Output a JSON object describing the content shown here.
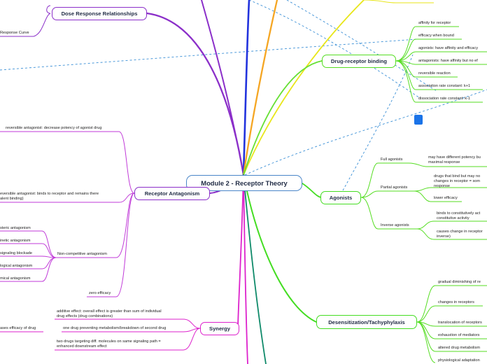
{
  "root": "Module 2 - Receptor Theory",
  "topics": {
    "dose_response": "Dose Response Relationships",
    "drug_receptor": "Drug-receptor binding",
    "agonists": "Agonists",
    "antagonism": "Receptor Antagonism",
    "synergy": "Synergy",
    "desensitization": "Desensitization/Tachyphylaxis"
  },
  "dose_response_items": [
    "Response Curve"
  ],
  "binding_items": [
    "affinity for receptor",
    "efficacy when bound",
    "agonists: have affinity and efficacy",
    "antagonists: have affinity but no ef",
    "reversible reaction",
    "association rate constant: k+1",
    "dissociation rate constant: k-1"
  ],
  "agonist_groups": {
    "full": "Full agonists",
    "full_items": [
      "may have different potency bu",
      "maximal response"
    ],
    "partial": "Partial agonists",
    "partial_items": [
      "drugs that bind but may no",
      "changes in receptor = som",
      "response"
    ],
    "partial_items2": [
      "lower efficacy"
    ],
    "inverse": "Inverse agonists",
    "inverse_items": [
      "binds to constitutively act",
      "constitutive activity"
    ],
    "inverse_items2": [
      "causes change in receptor",
      "inverse)"
    ]
  },
  "antagonism_items": {
    "reversible": "reversible antagonist: decrease potency of agonist drug",
    "irreversible": [
      "eversible antagonist: binds to receptor and remains there",
      "alent binding)"
    ],
    "noncompetitive": "Non-competitive antagonism",
    "noncompetitive_items": [
      "steric antagonism",
      "inetic antagonism",
      "signaling blockade",
      "logical antagonism",
      "mical antagonism"
    ],
    "zero_efficacy": "zero efficacy"
  },
  "synergy_items": {
    "additive": [
      "additive effect: overall effect is greater than sum of individual",
      "drug effects (drug combinations)"
    ],
    "metabolism": "one drug preventing metabolism/breakdown of second drug",
    "pathway": [
      "two drugs targeting diff. molecules on same signaling path =",
      "enhanced downstream effect"
    ],
    "left": "ases efficacy of drug"
  },
  "desensitization_items": [
    "gradual diminishing of re",
    "changes in receptors",
    "translocation of receptors",
    "exhaustion of mediators",
    "altered drug metabolism",
    "physiological adaptation"
  ],
  "colors": {
    "purple": "#8b2fc9",
    "blue": "#2233dd",
    "orange": "#f5a623",
    "yellow": "#e8e61a",
    "green": "#44dd22",
    "teal": "#0f8a6a",
    "magenta": "#dd22cc",
    "dash": "#3a8fd6",
    "root_border": "#4a86c8"
  }
}
